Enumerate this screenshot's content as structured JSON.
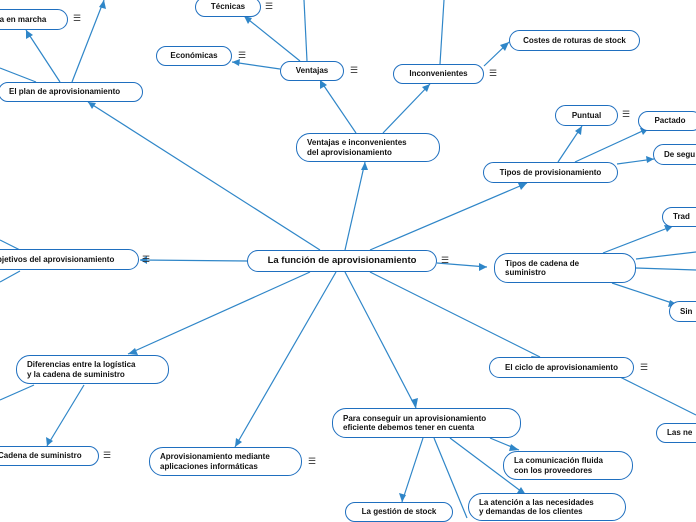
{
  "colors": {
    "line": "#2f86c8",
    "border": "#1f6fbf",
    "text": "#111111"
  },
  "menu_glyph": "☰",
  "nodes": {
    "center": "La función de aprovisionamiento",
    "ventajas_inconvenientes": "Ventajas e inconvenientes\ndel aprovisionamiento",
    "ventajas": "Ventajas",
    "tecnicas": "Técnicas",
    "economicas": "Económicas",
    "inconvenientes": "Inconvenientes",
    "costes_roturas": "Costes de roturas de stock",
    "plan": "El plan de aprovisionamiento",
    "puesta_en_marcha": "ta en marcha",
    "tipos_aprov": "Tipos de provisionamiento",
    "puntual": "Puntual",
    "pactado": "Pactado",
    "de_seguridad": "De segu",
    "objetivos": "bjetivos del aprovisionamiento",
    "tipos_cadena": "Tipos de cadena de\nsuministro",
    "trad": "Trad",
    "sin": "Sin",
    "diferencias": "Diferencias entre la logística\ny la cadena de suministro",
    "cadena_suministro": "Cadena de suministro",
    "aplicaciones": "Aprovisionamiento mediante\naplicaciones informáticas",
    "conseguir": "Para conseguir un aprovisionamiento\neficiente debemos tener en cuenta",
    "comunicacion": "La comunicación fluida\ncon los proveedores",
    "atencion": "La atención a las necesidades\ny demandas de los clientes",
    "gestion_stock": "La gestión de stock",
    "ciclo": "El ciclo de aprovisionamiento",
    "las_ne": "Las ne"
  }
}
